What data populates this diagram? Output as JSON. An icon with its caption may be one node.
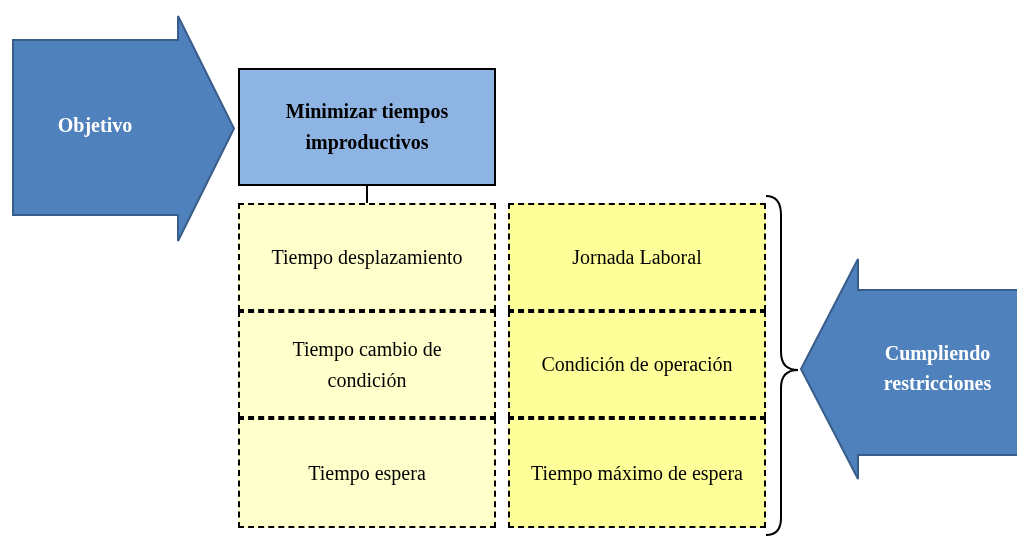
{
  "diagram": {
    "nodes": [
      {
        "text": [
          "Objetivo"
        ]
      },
      {
        "text": [
          "Minimizar tiempos improductivos"
        ]
      },
      {
        "text": [
          "Tiempo desplazamiento"
        ]
      },
      {
        "text": [
          "Tiempo cambio de condición"
        ]
      },
      {
        "text": [
          "Tiempo espera"
        ]
      },
      {
        "text": [
          "Jornada Laboral"
        ]
      },
      {
        "text": [
          "Condición de operación"
        ]
      },
      {
        "text": [
          "Tiempo máximo de espera"
        ]
      },
      {
        "text": [
          "Cumpliendo restricciones"
        ]
      }
    ],
    "edges": [
      {
        "from": 1,
        "to": 2,
        "arrow": "none"
      }
    ]
  }
}
